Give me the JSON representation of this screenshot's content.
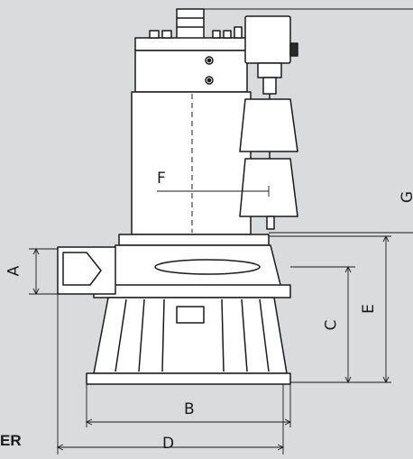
{
  "dimension_labels": {
    "a": "A",
    "b": "B",
    "c": "C",
    "d": "D",
    "e": "E",
    "f": "F",
    "g": "G"
  },
  "corner_text": "ER",
  "colors": {
    "background": "#d9dbdd",
    "outline": "#1a1a1a",
    "body_fill": "#ffffff",
    "dark_fill": "#2a2a2a"
  }
}
